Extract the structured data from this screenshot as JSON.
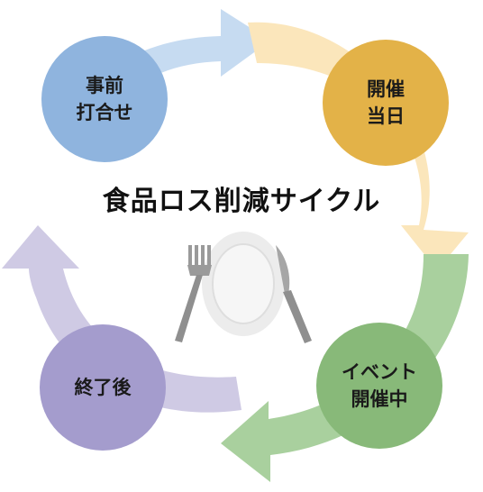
{
  "diagram": {
    "title": "食品ロス削減サイクル",
    "nodes": [
      {
        "id": "prep",
        "lines": [
          "事前",
          "打合せ"
        ],
        "color": "#8fb4de"
      },
      {
        "id": "event-day",
        "lines": [
          "開催",
          "当日"
        ],
        "color": "#e3b248"
      },
      {
        "id": "during",
        "lines": [
          "イベント",
          "開催中"
        ],
        "color": "#88b979"
      },
      {
        "id": "after",
        "lines": [
          "終了後"
        ],
        "color": "#a49ccd"
      }
    ],
    "arrows": [
      {
        "from": "prep",
        "to": "event-day",
        "color": "#c6dbf1"
      },
      {
        "from": "event-day",
        "to": "during",
        "color": "#fbe6bb"
      },
      {
        "from": "during",
        "to": "after",
        "color": "#a9d09e"
      },
      {
        "from": "after",
        "to": "prep",
        "color": "#cfcae4"
      }
    ],
    "center_icon": "plate-fork-knife-icon"
  }
}
